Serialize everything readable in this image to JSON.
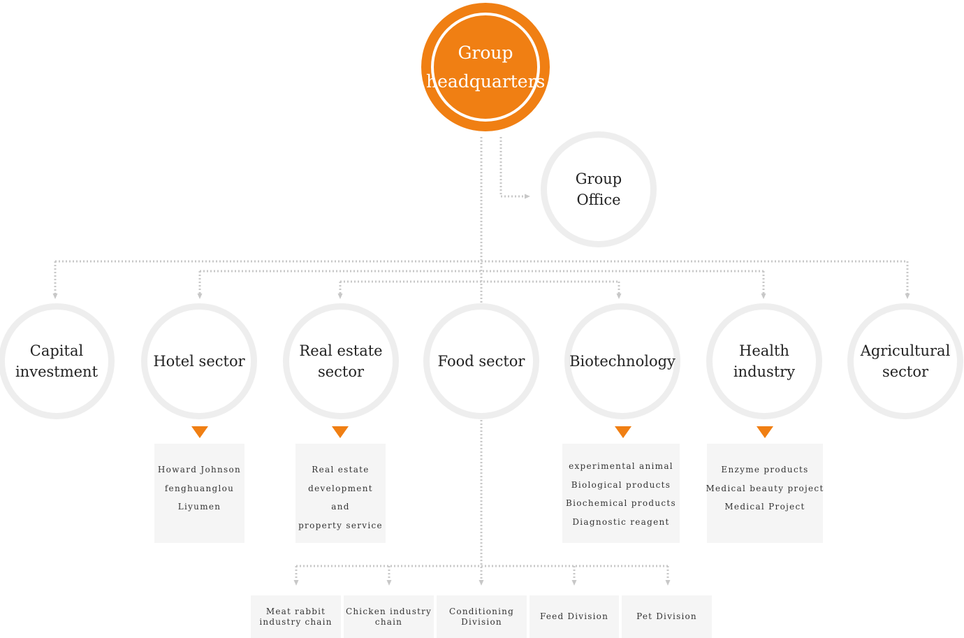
{
  "headquarters": {
    "label": "Group\nheadquarters"
  },
  "office": {
    "label": "Group\nOffice"
  },
  "sectors": [
    {
      "label": "Capital\ninvestment"
    },
    {
      "label": "Hotel sector"
    },
    {
      "label": "Real estate\nsector"
    },
    {
      "label": "Food sector"
    },
    {
      "label": "Biotechnology"
    },
    {
      "label": "Health\nindustry"
    },
    {
      "label": "Agricultural\nsector"
    }
  ],
  "hotel_items": [
    "Howard Johnson",
    "fenghuanglou",
    "Liyumen"
  ],
  "realestate_items": [
    "Real estate",
    "development",
    "and",
    "property service"
  ],
  "biotech_items": [
    "experimental animal",
    "Biological products",
    "Biochemical products",
    "Diagnostic reagent"
  ],
  "health_items": [
    "Enzyme products",
    "Medical beauty project",
    "Medical Project"
  ],
  "food_units": [
    {
      "label": "Meat rabbit\nindustry chain"
    },
    {
      "label": "Chicken industry\nchain"
    },
    {
      "label": "Conditioning\nDivision"
    },
    {
      "label": "Feed Division"
    },
    {
      "label": "Pet Division"
    }
  ],
  "colors": {
    "accent": "#f07f13",
    "ring": "#eeeeee",
    "connector": "#c8c8c8",
    "box": "#f5f5f5"
  }
}
